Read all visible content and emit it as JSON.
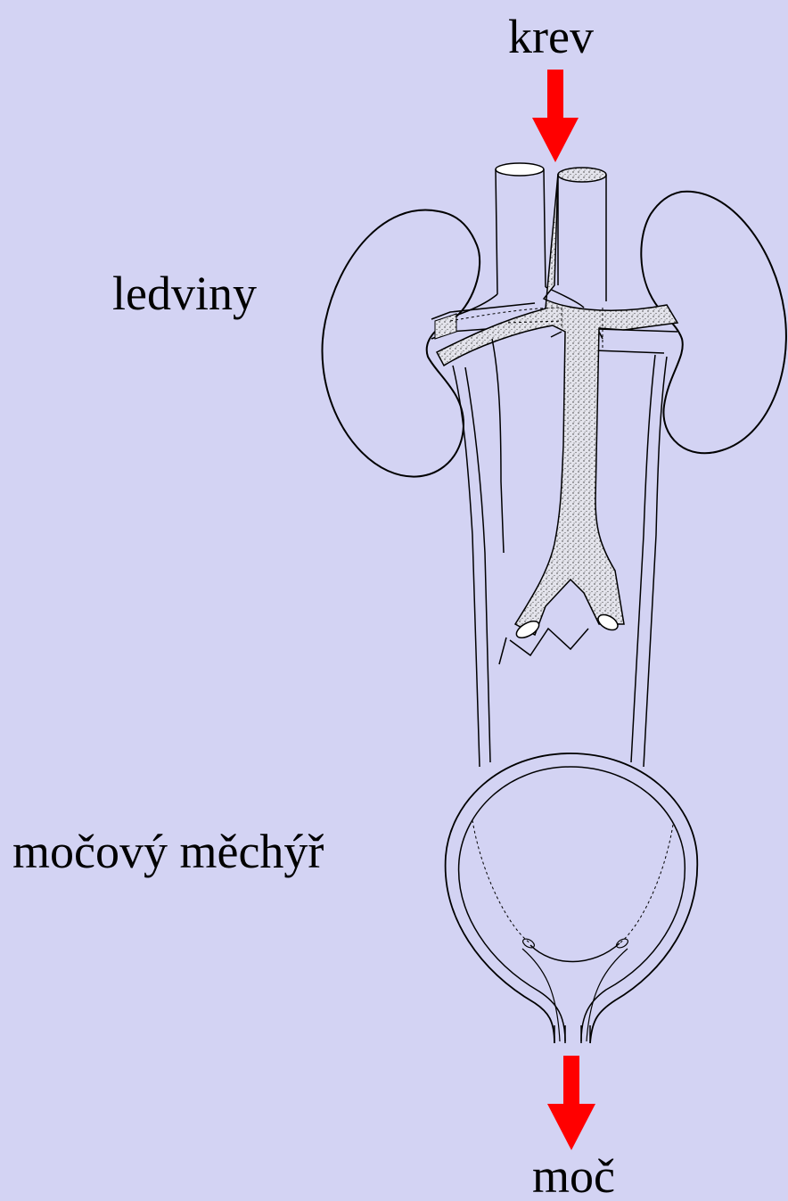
{
  "labels": {
    "blood": "krev",
    "kidneys": "ledviny",
    "bladder": "močový měchýř",
    "urine": "moč"
  },
  "colors": {
    "background": "#d3d3f3",
    "arrow": "#ff0000",
    "ink": "#000000",
    "vessel_fill": "#c8c8d8"
  }
}
